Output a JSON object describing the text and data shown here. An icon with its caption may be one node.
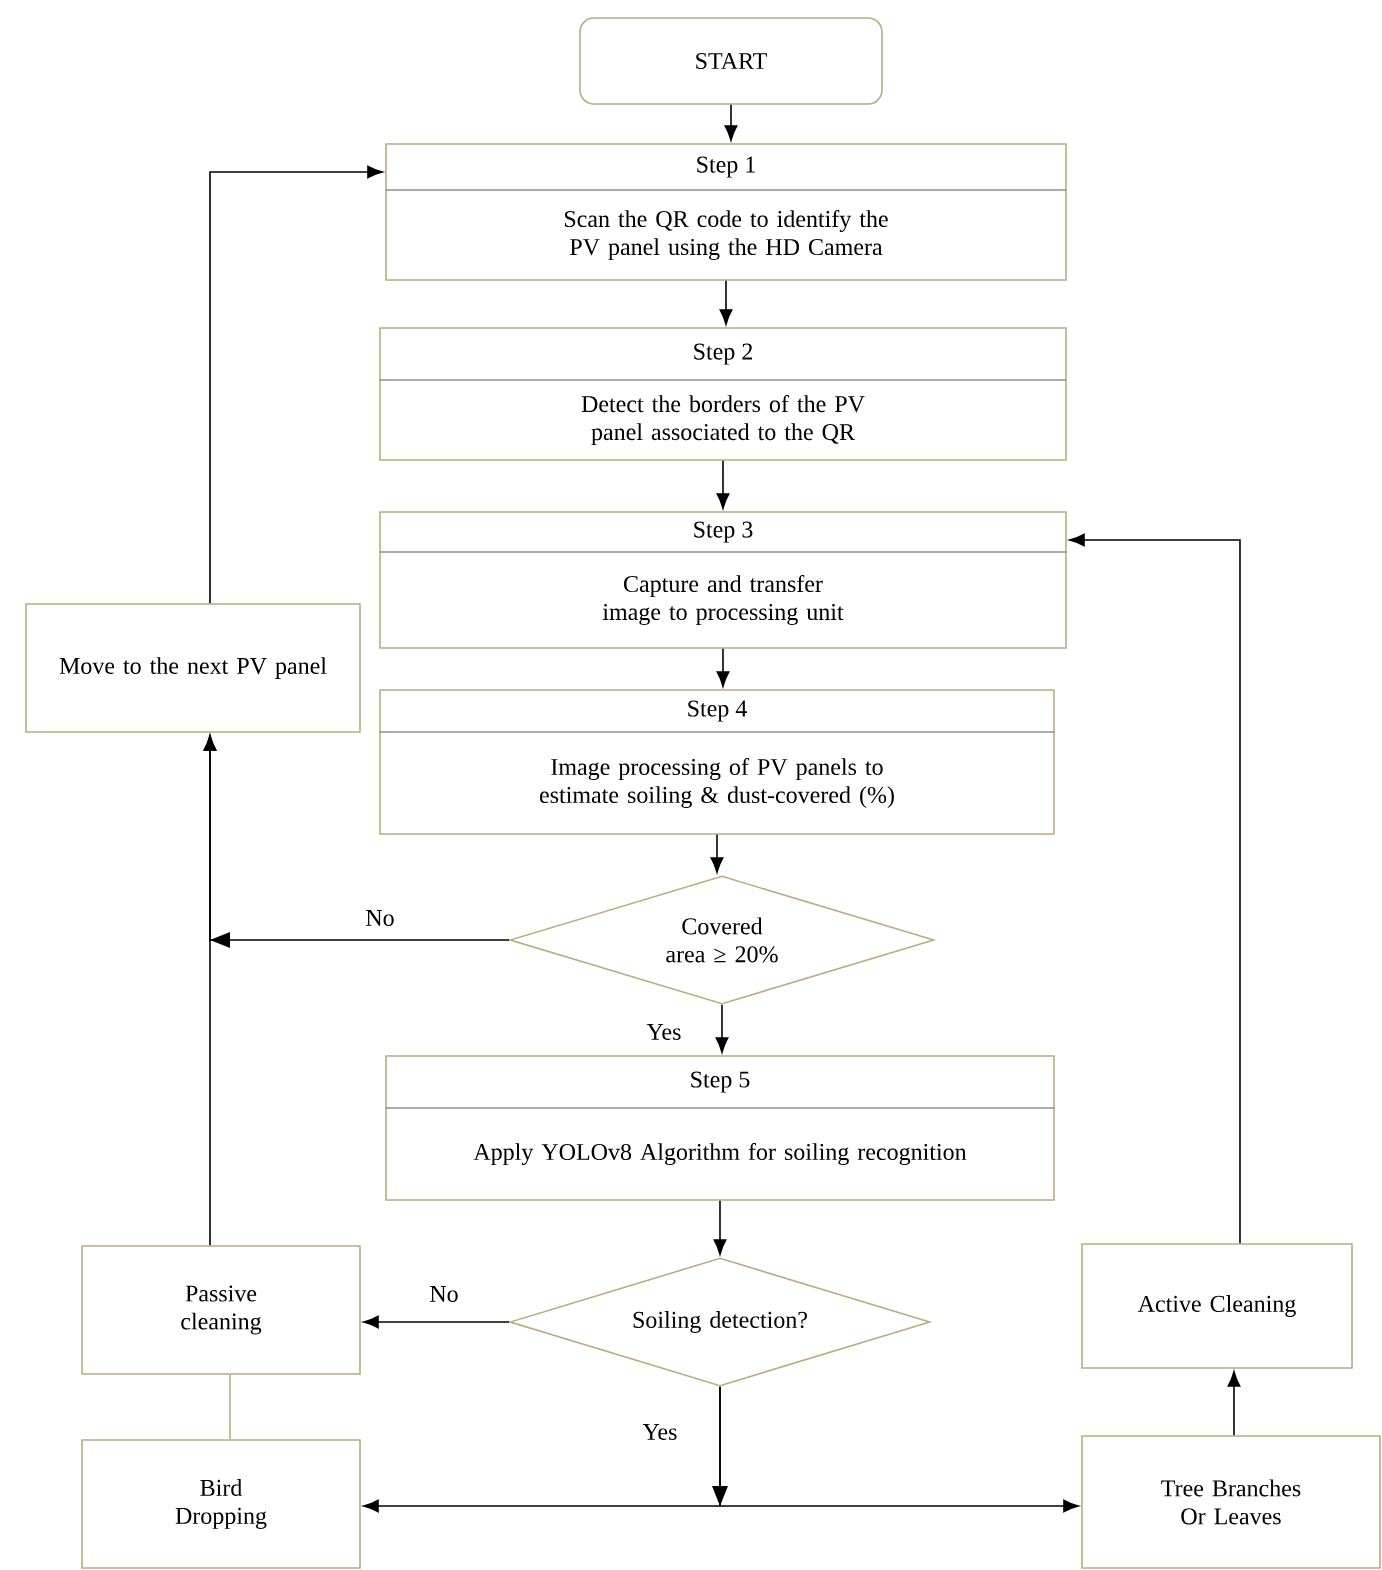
{
  "diagram": {
    "nodes": [
      {
        "text": [
          "START"
        ]
      },
      {
        "text": [
          "Step 1",
          "Scan the QR code to identify the PV panel using the HD Camera"
        ]
      },
      {
        "text": [
          "Step 2",
          "Detect the borders of the PV panel associated to the QR"
        ]
      },
      {
        "text": [
          "Step 3",
          "Capture and transfer image to processing unit"
        ]
      },
      {
        "text": [
          "Step 4",
          "Image processing of PV panels to estimate soiling & dust-covered (%)"
        ]
      },
      {
        "text": [
          "Covered area ≥ 20%"
        ]
      },
      {
        "text": [
          "Step 5",
          "Apply YOLOv8 Algorithm for soiling recognition"
        ]
      },
      {
        "text": [
          "Move to the next PV panel"
        ]
      },
      {
        "text": [
          "Soiling detection?"
        ]
      },
      {
        "text": [
          "Passive cleaning"
        ]
      },
      {
        "text": [
          "Active Cleaning"
        ]
      },
      {
        "text": [
          "Bird Dropping"
        ]
      },
      {
        "text": [
          "Tree Branches Or Leaves"
        ]
      }
    ],
    "edges": [
      {
        "from": 0,
        "to": 1,
        "arrow": "to"
      },
      {
        "from": 1,
        "to": 2,
        "arrow": "to"
      },
      {
        "from": 2,
        "to": 3,
        "arrow": "to"
      },
      {
        "from": 3,
        "to": 4,
        "arrow": "to"
      },
      {
        "from": 4,
        "to": 5,
        "arrow": "to"
      },
      {
        "from": 5,
        "to": 7,
        "arrow": "to",
        "label": "No"
      },
      {
        "from": 5,
        "to": 6,
        "arrow": "to",
        "label": "Yes"
      },
      {
        "from": 6,
        "to": 8,
        "arrow": "to"
      },
      {
        "from": 8,
        "to": 9,
        "arrow": "to",
        "label": "No"
      },
      {
        "from": 9,
        "to": 7,
        "arrow": "to"
      },
      {
        "from": 7,
        "to": 1,
        "arrow": "to"
      },
      {
        "from": 9,
        "to": 11,
        "arrow": "none",
        "color": "#b8ac80"
      },
      {
        "from": 8,
        "to": 11,
        "arrow": "to",
        "label": "Yes"
      },
      {
        "from": 8,
        "to": 12,
        "arrow": "to"
      },
      {
        "from": 12,
        "to": 10,
        "arrow": "to"
      },
      {
        "from": 10,
        "to": 3,
        "arrow": "to"
      }
    ]
  }
}
